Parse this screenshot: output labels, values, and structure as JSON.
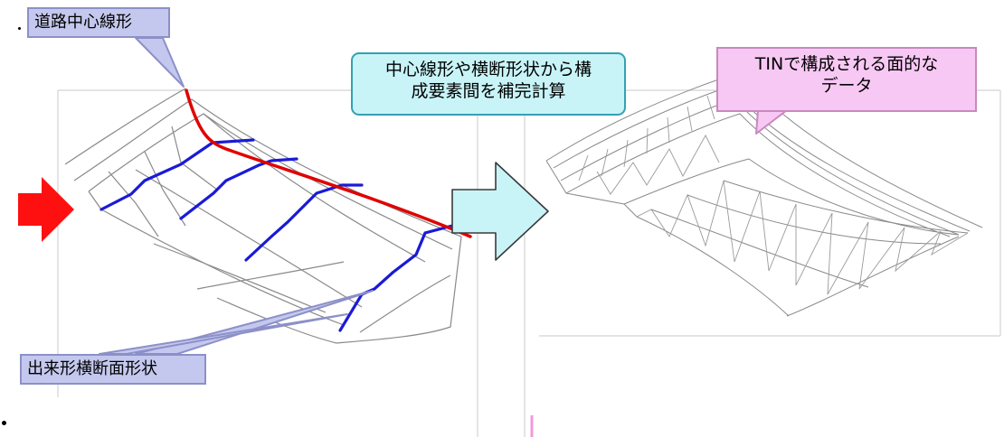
{
  "callouts": {
    "road_centerline": "道路中心線形",
    "interpolation_line1": "中心線形や横断形状から構",
    "interpolation_line2": "成要素間を補完計算",
    "tin_line1": "TINで構成される面的な",
    "tin_line2": "データ",
    "cross_section": "出来形横断面形状"
  },
  "colors": {
    "centerline": "#e00000",
    "cross_sections": "#1a1ad6",
    "wireframe": "#8a8a8a",
    "callout_blue_fill": "#c4c8ee",
    "callout_cyan_fill": "#c8f4f8",
    "callout_pink_fill": "#f8c8f4",
    "input_arrow": "#ff1010",
    "process_arrow": "#c8f4f8"
  },
  "icons": {
    "input_arrow": "red-right-arrow-icon",
    "process_arrow": "cyan-right-arrow-icon"
  }
}
